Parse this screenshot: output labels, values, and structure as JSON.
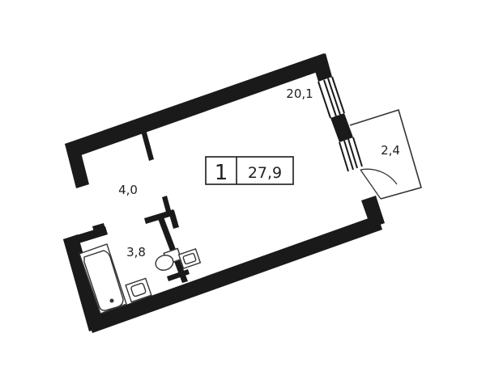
{
  "plan": {
    "room_count": "1",
    "total_area": "27,9",
    "rooms": {
      "living": "20,1",
      "hall": "4,0",
      "bathroom": "3,8",
      "balcony": "2,4"
    },
    "colors": {
      "wall": "#1a1a1a",
      "line": "#333333",
      "background": "#ffffff"
    }
  }
}
